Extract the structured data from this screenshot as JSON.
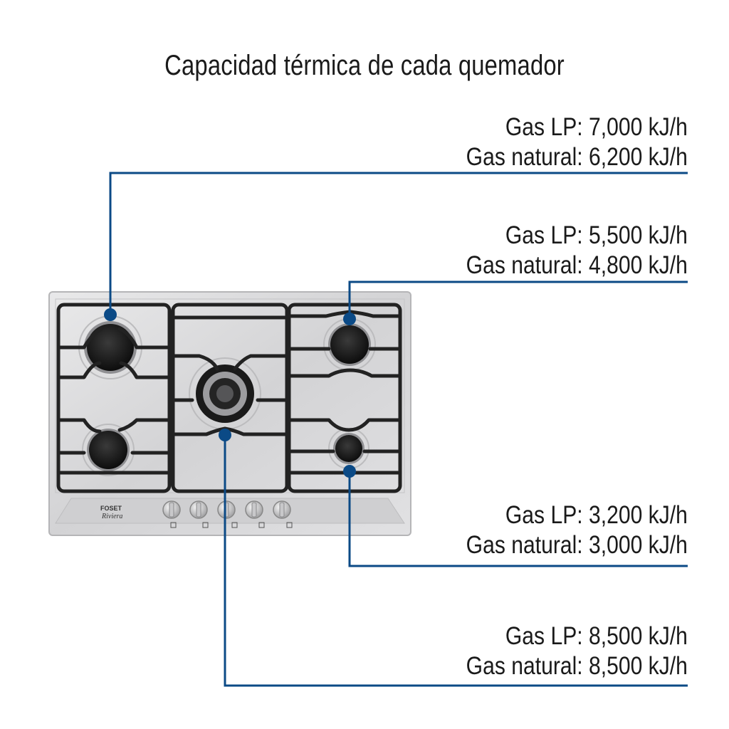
{
  "title": "Capacidad térmica de cada quemador",
  "burners": [
    {
      "id": "rear-left",
      "lp": "Gas LP: 7,000 kJ/h",
      "natural": "Gas natural: 6,200 kJ/h"
    },
    {
      "id": "rear-right",
      "lp": "Gas LP: 5,500 kJ/h",
      "natural": "Gas natural: 4,800 kJ/h"
    },
    {
      "id": "front-right",
      "lp": "Gas LP: 3,200 kJ/h",
      "natural": "Gas natural: 3,000 kJ/h"
    },
    {
      "id": "center",
      "lp": "Gas LP: 8,500 kJ/h",
      "natural": "Gas natural: 8,500 kJ/h"
    }
  ],
  "product": {
    "brand": "FOSET",
    "model": "Riviera"
  },
  "colors": {
    "leader": "#0b4a86",
    "steel": "#d9d9db",
    "grate": "#222222",
    "text": "#1a1a1a"
  }
}
